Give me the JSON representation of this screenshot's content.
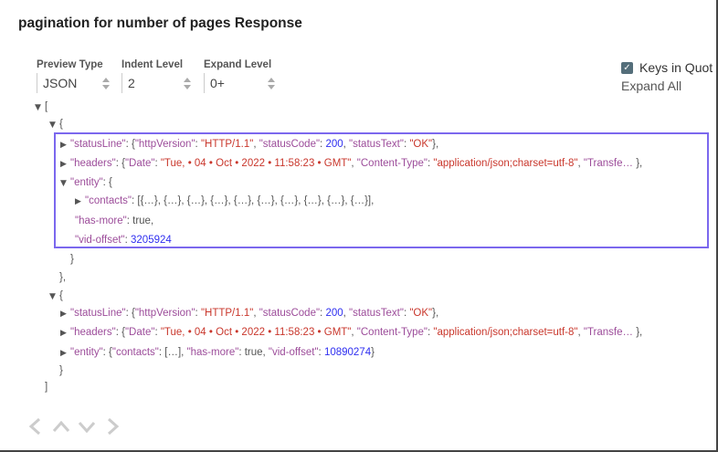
{
  "title": "pagination for number of pages Response",
  "controls": {
    "preview_type": {
      "label": "Preview Type",
      "value": "JSON"
    },
    "indent_level": {
      "label": "Indent Level",
      "value": "2"
    },
    "expand_level": {
      "label": "Expand Level",
      "value": "0+"
    }
  },
  "keys_in_quotes": {
    "label": "Keys in Quot",
    "checked": true
  },
  "expand_all": "Expand All",
  "colors": {
    "key": "#9c4c9a",
    "string": "#c9372c",
    "number": "#2f2ff0",
    "highlight": "#7b68ee"
  },
  "tree": [
    {
      "tri": "down",
      "tokens": [
        {
          "t": "[",
          "c": "p"
        }
      ]
    },
    {
      "tri": "down",
      "tokens": [
        {
          "t": "{",
          "c": "p"
        }
      ]
    },
    {
      "tri": "right",
      "tokens": [
        {
          "t": "\"statusLine\"",
          "c": "k"
        },
        {
          "t": ": {",
          "c": "p"
        },
        {
          "t": "\"httpVersion\"",
          "c": "k"
        },
        {
          "t": ": ",
          "c": "p"
        },
        {
          "t": "\"HTTP/1.1\"",
          "c": "s"
        },
        {
          "t": ", ",
          "c": "p"
        },
        {
          "t": "\"statusCode\"",
          "c": "k"
        },
        {
          "t": ": ",
          "c": "p"
        },
        {
          "t": "200",
          "c": "n"
        },
        {
          "t": ", ",
          "c": "p"
        },
        {
          "t": "\"statusText\"",
          "c": "k"
        },
        {
          "t": ": ",
          "c": "p"
        },
        {
          "t": "\"OK\"",
          "c": "s"
        },
        {
          "t": "},",
          "c": "p"
        }
      ]
    },
    {
      "tri": "right",
      "tokens": [
        {
          "t": "\"headers\"",
          "c": "k"
        },
        {
          "t": ": {",
          "c": "p"
        },
        {
          "t": "\"Date\"",
          "c": "k"
        },
        {
          "t": ": ",
          "c": "p"
        },
        {
          "t": "\"Tue, • 04 • Oct • 2022 • 11:58:23 • GMT\"",
          "c": "s"
        },
        {
          "t": ", ",
          "c": "p"
        },
        {
          "t": "\"Content-Type\"",
          "c": "k"
        },
        {
          "t": ": ",
          "c": "p"
        },
        {
          "t": "\"application/json;charset=utf-8\"",
          "c": "s"
        },
        {
          "t": ", ",
          "c": "p"
        },
        {
          "t": "\"Transfe…",
          "c": "k"
        },
        {
          "t": " },",
          "c": "p"
        }
      ]
    },
    {
      "tri": "down",
      "tokens": [
        {
          "t": "\"entity\"",
          "c": "k"
        },
        {
          "t": ": {",
          "c": "p"
        }
      ]
    },
    {
      "tri": "right",
      "tokens": [
        {
          "t": "\"contacts\"",
          "c": "k"
        },
        {
          "t": ": [{…}, {…}, {…}, {…}, {…}, {…}, {…}, {…}, {…}, {…}],",
          "c": "p"
        }
      ]
    },
    {
      "tri": "",
      "tokens": [
        {
          "t": "\"has-more\"",
          "c": "k"
        },
        {
          "t": ": ",
          "c": "p"
        },
        {
          "t": "true",
          "c": "b"
        },
        {
          "t": ",",
          "c": "p"
        }
      ]
    },
    {
      "tri": "",
      "tokens": [
        {
          "t": "\"vid-offset\"",
          "c": "k"
        },
        {
          "t": ": ",
          "c": "p"
        },
        {
          "t": "3205924",
          "c": "n"
        }
      ]
    },
    {
      "tri": "",
      "tokens": [
        {
          "t": "}",
          "c": "p"
        }
      ]
    },
    {
      "tri": "",
      "tokens": [
        {
          "t": "},",
          "c": "p"
        }
      ]
    },
    {
      "tri": "down",
      "tokens": [
        {
          "t": "{",
          "c": "p"
        }
      ]
    },
    {
      "tri": "right",
      "tokens": [
        {
          "t": "\"statusLine\"",
          "c": "k"
        },
        {
          "t": ": {",
          "c": "p"
        },
        {
          "t": "\"httpVersion\"",
          "c": "k"
        },
        {
          "t": ": ",
          "c": "p"
        },
        {
          "t": "\"HTTP/1.1\"",
          "c": "s"
        },
        {
          "t": ", ",
          "c": "p"
        },
        {
          "t": "\"statusCode\"",
          "c": "k"
        },
        {
          "t": ": ",
          "c": "p"
        },
        {
          "t": "200",
          "c": "n"
        },
        {
          "t": ", ",
          "c": "p"
        },
        {
          "t": "\"statusText\"",
          "c": "k"
        },
        {
          "t": ": ",
          "c": "p"
        },
        {
          "t": "\"OK\"",
          "c": "s"
        },
        {
          "t": "},",
          "c": "p"
        }
      ]
    },
    {
      "tri": "right",
      "tokens": [
        {
          "t": "\"headers\"",
          "c": "k"
        },
        {
          "t": ": {",
          "c": "p"
        },
        {
          "t": "\"Date\"",
          "c": "k"
        },
        {
          "t": ": ",
          "c": "p"
        },
        {
          "t": "\"Tue, • 04 • Oct • 2022 • 11:58:23 • GMT\"",
          "c": "s"
        },
        {
          "t": ", ",
          "c": "p"
        },
        {
          "t": "\"Content-Type\"",
          "c": "k"
        },
        {
          "t": ": ",
          "c": "p"
        },
        {
          "t": "\"application/json;charset=utf-8\"",
          "c": "s"
        },
        {
          "t": ", ",
          "c": "p"
        },
        {
          "t": "\"Transfe…",
          "c": "k"
        },
        {
          "t": " },",
          "c": "p"
        }
      ]
    },
    {
      "tri": "right",
      "tokens": [
        {
          "t": "\"entity\"",
          "c": "k"
        },
        {
          "t": ": {",
          "c": "p"
        },
        {
          "t": "\"contacts\"",
          "c": "k"
        },
        {
          "t": ": […], ",
          "c": "p"
        },
        {
          "t": "\"has-more\"",
          "c": "k"
        },
        {
          "t": ": ",
          "c": "p"
        },
        {
          "t": "true",
          "c": "b"
        },
        {
          "t": ", ",
          "c": "p"
        },
        {
          "t": "\"vid-offset\"",
          "c": "k"
        },
        {
          "t": ": ",
          "c": "p"
        },
        {
          "t": "10890274",
          "c": "n"
        },
        {
          "t": "}",
          "c": "p"
        }
      ]
    },
    {
      "tri": "",
      "tokens": [
        {
          "t": "}",
          "c": "p"
        }
      ]
    },
    {
      "tri": "",
      "tokens": [
        {
          "t": "]",
          "c": "p"
        }
      ]
    }
  ]
}
